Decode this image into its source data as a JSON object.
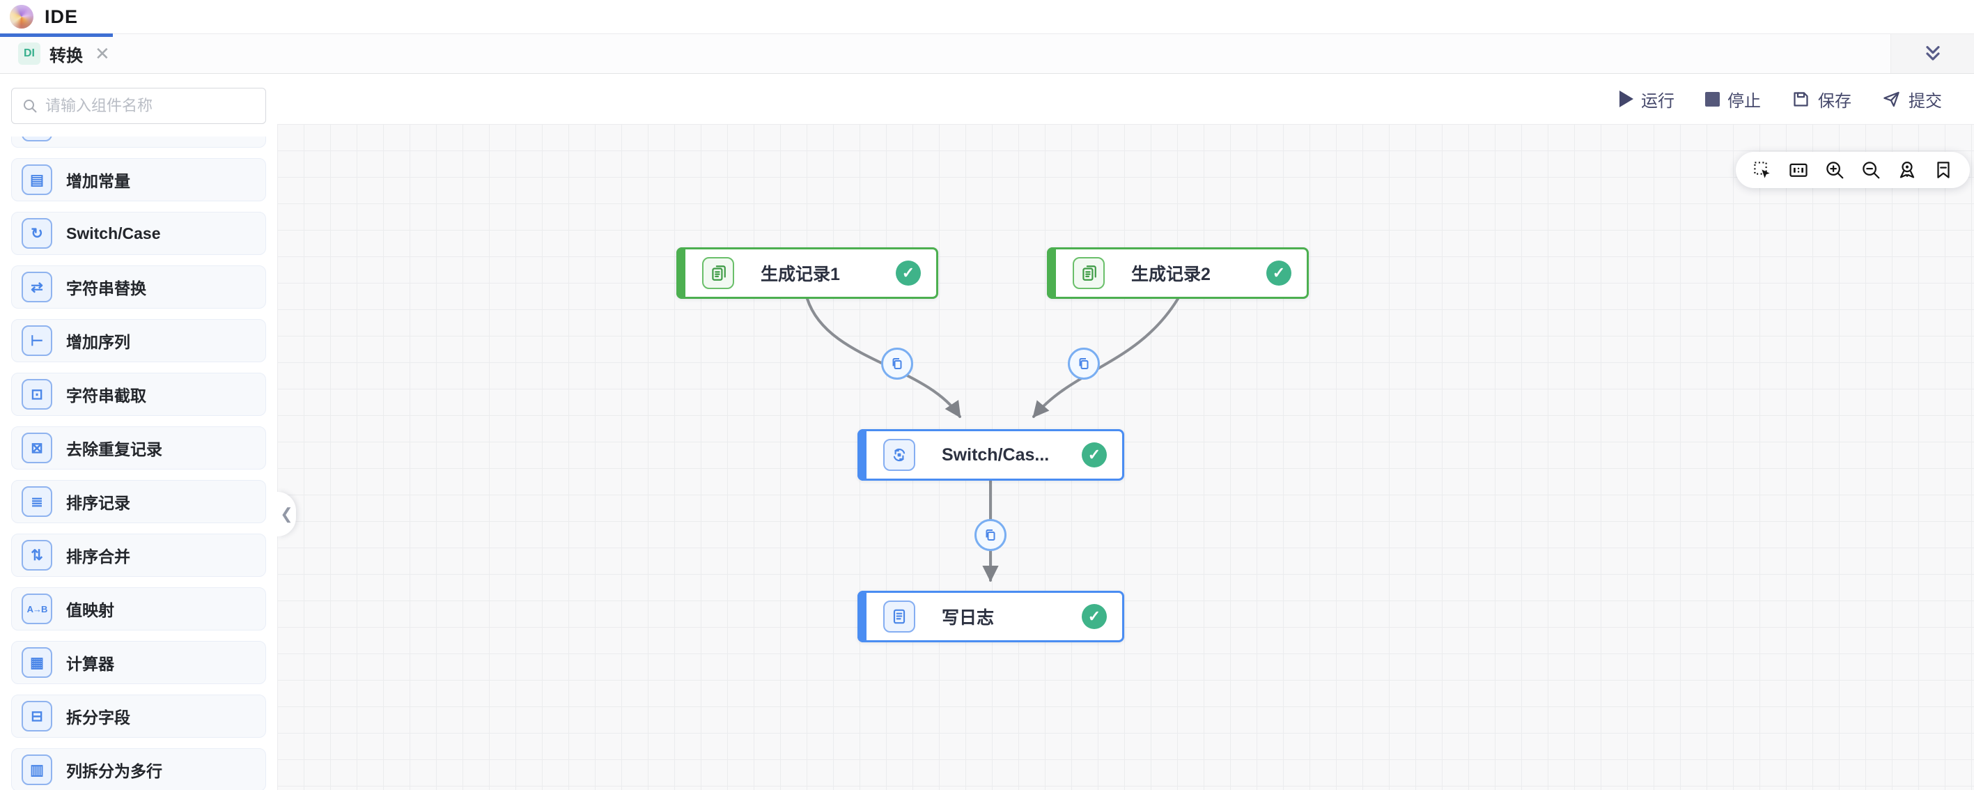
{
  "header": {
    "app_title": "IDE",
    "logo": "app-logo-swirl"
  },
  "tabbar": {
    "active_tab": {
      "badge": "DI",
      "label": "转换",
      "close": "✕"
    },
    "collapse_all_icon": "double-chevron-down"
  },
  "actionbar": {
    "run_label": "运行",
    "stop_label": "停止",
    "save_label": "保存",
    "submit_label": "提交"
  },
  "sidebar": {
    "search_placeholder": "请输入组件名称",
    "search_icon": "magnifier",
    "items": [
      {
        "label": "",
        "icon": "▤"
      },
      {
        "label": "增加常量",
        "icon": "▤"
      },
      {
        "label": "Switch/Case",
        "icon": "↻"
      },
      {
        "label": "字符串替换",
        "icon": "⇄"
      },
      {
        "label": "增加序列",
        "icon": "⊢"
      },
      {
        "label": "字符串截取",
        "icon": "⊡"
      },
      {
        "label": "去除重复记录",
        "icon": "⊠"
      },
      {
        "label": "排序记录",
        "icon": "≣"
      },
      {
        "label": "排序合并",
        "icon": "⇅"
      },
      {
        "label": "值映射",
        "icon": "A→B"
      },
      {
        "label": "计算器",
        "icon": "▦"
      },
      {
        "label": "拆分字段",
        "icon": "⊟"
      },
      {
        "label": "列拆分为多行",
        "icon": "▥"
      }
    ]
  },
  "canvas": {
    "nodes": [
      {
        "label": "生成记录1",
        "type": "generate-records",
        "status": "success",
        "color": "green"
      },
      {
        "label": "生成记录2",
        "type": "generate-records",
        "status": "success",
        "color": "green"
      },
      {
        "label": "Switch/Cas...",
        "type": "switch-case",
        "status": "success",
        "color": "blue"
      },
      {
        "label": "写日志",
        "type": "write-log",
        "status": "success",
        "color": "blue"
      }
    ],
    "check_glyph": "✓",
    "edge_badge_icon": "copy",
    "toolbar_icons": [
      "marquee-select",
      "ratio-1-1",
      "zoom-in",
      "zoom-out",
      "locate",
      "bookmark"
    ],
    "collapse_handle_glyph": "❮"
  },
  "colors": {
    "accent_blue": "#3e6fd3",
    "node_green": "#4caf50",
    "node_blue": "#4a8df2",
    "check_green": "#3fb389",
    "edge_gray": "#8a8d93",
    "badge_border_blue": "#79aef2",
    "di_badge_teal": "#37b08d"
  }
}
